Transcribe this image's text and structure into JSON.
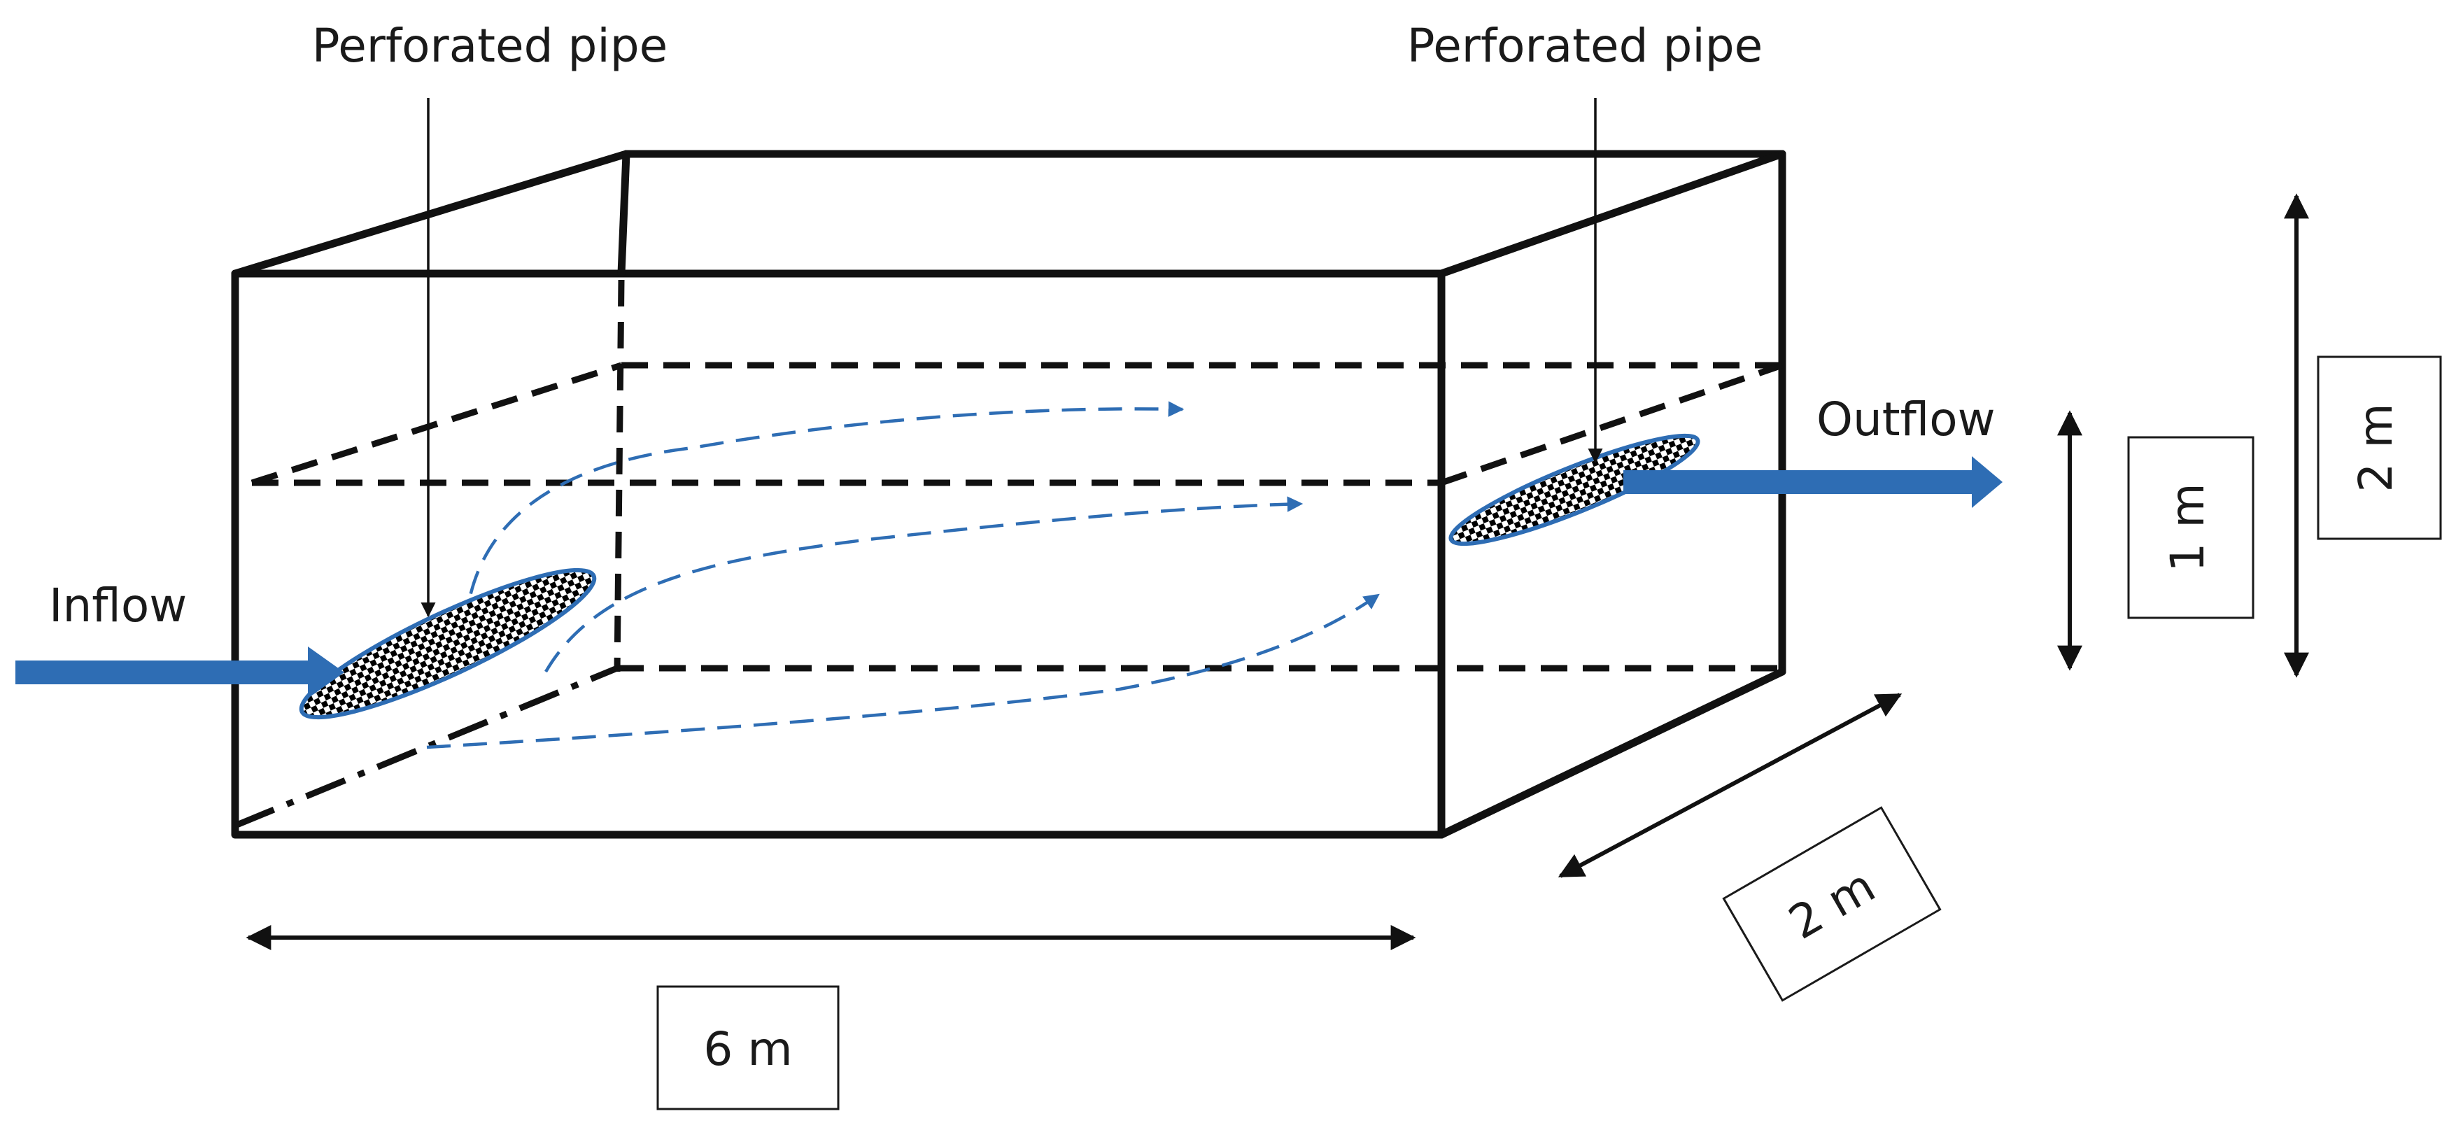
{
  "labels": {
    "pipe_left": "Perforated pipe",
    "pipe_right": "Perforated pipe",
    "inflow": "Inflow",
    "outflow": "Outflow"
  },
  "dimensions": {
    "length": "6 m",
    "width": "2 m",
    "water_depth": "1 m",
    "total_height": "2 m"
  },
  "colors": {
    "flow_blue": "#2e6db4",
    "outline": "#111111"
  }
}
